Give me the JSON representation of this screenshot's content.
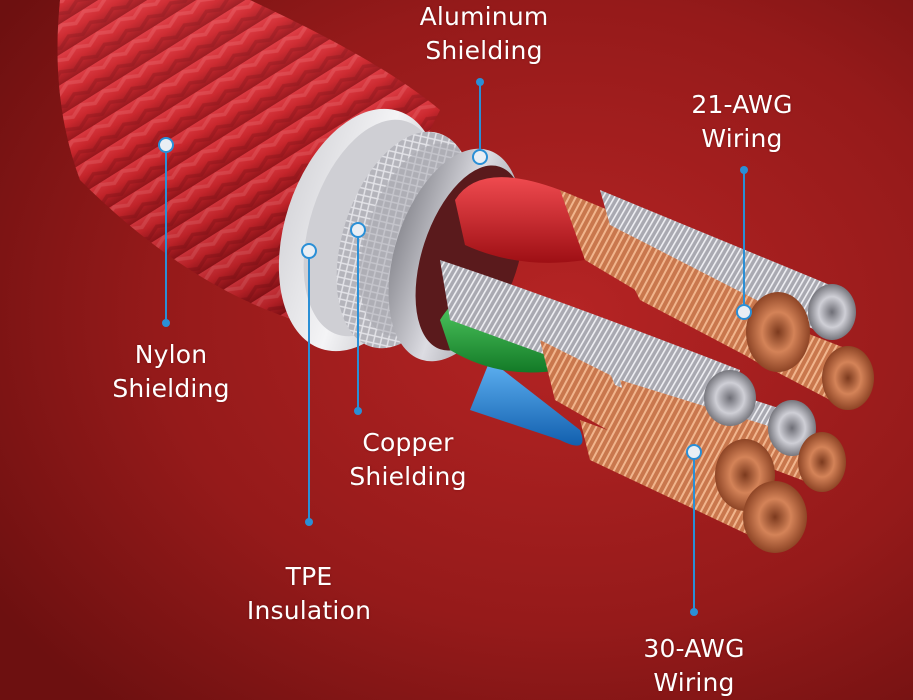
{
  "callouts": [
    {
      "id": "aluminum",
      "line1": "Aluminum",
      "line2": "Shielding"
    },
    {
      "id": "awg21",
      "line1": "21-AWG",
      "line2": "Wiring"
    },
    {
      "id": "nylon",
      "line1": "Nylon",
      "line2": "Shielding"
    },
    {
      "id": "copper",
      "line1": "Copper",
      "line2": "Shielding"
    },
    {
      "id": "tpe",
      "line1": "TPE",
      "line2": "Insulation"
    },
    {
      "id": "awg30",
      "line1": "30-AWG",
      "line2": "Wiring"
    }
  ],
  "colors": {
    "background": "#8f1818",
    "braid": "#c8262c",
    "leader_line": "#2a8fd6",
    "copper": "#c9774d",
    "silver": "#c9c9cf",
    "wire_red": "#c4161c",
    "wire_green": "#1f9e3a",
    "wire_blue": "#1c7fd8"
  }
}
